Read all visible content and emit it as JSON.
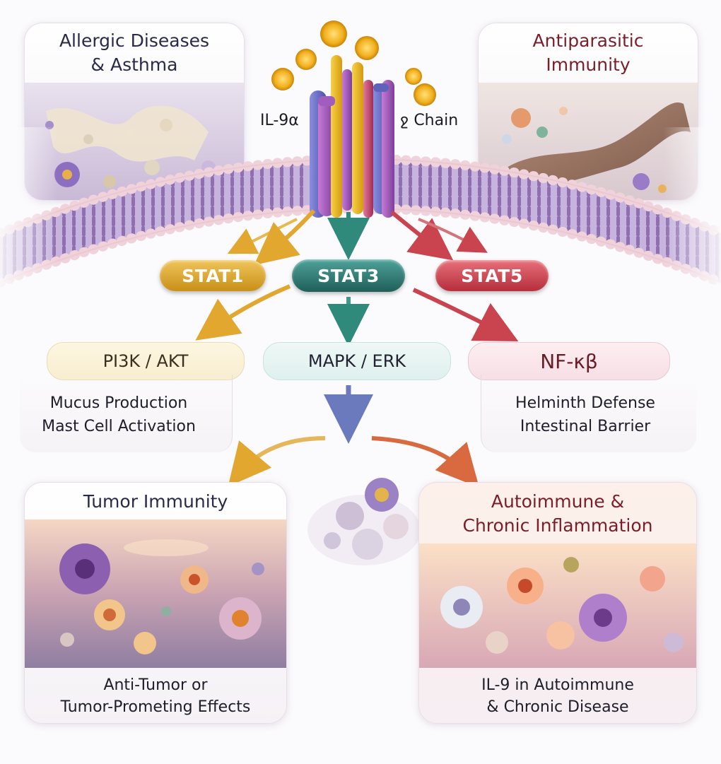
{
  "receptor": {
    "left_label": "IL-9α",
    "right_label": "ջ Chain"
  },
  "panels": {
    "allergic": {
      "title_line1": "Allergic Diseases",
      "title_line2": "& Asthma"
    },
    "antiparasitic": {
      "title_line1": "Antiparasitic",
      "title_line2": "Immunity"
    },
    "tumor": {
      "title": "Tumor Immunity",
      "caption_line1": "Anti-Tumor or",
      "caption_line2": "Tumor-Prometing Effects"
    },
    "autoimmune": {
      "title_line1": "Autoimmune &",
      "title_line2": "Chronic Inflammation",
      "caption_line1": "IL-9 in Autoimmune",
      "caption_line2": "& Chronic Disease"
    }
  },
  "stats": {
    "stat1": "STAT1",
    "stat3": "STAT3",
    "stat5": "STAT5"
  },
  "pathways": {
    "pi3k": "PI3K / AKT",
    "mapk": "MAPK / ERK",
    "nfkb": "NF-κβ"
  },
  "effects": {
    "left_line1": "Mucus Production",
    "left_line2": "Mast Cell Activation",
    "right_line1": "Helminth Defense",
    "right_line2": "Intestinal Barrier"
  },
  "colors": {
    "stat1": "#d9a630",
    "stat3": "#2e7a74",
    "stat5": "#cf4a55",
    "membrane_head": "#f0d2da",
    "membrane_tail": "#8f6fb0",
    "title_dark": "#2a2a4a",
    "title_red": "#7a1f2a"
  }
}
